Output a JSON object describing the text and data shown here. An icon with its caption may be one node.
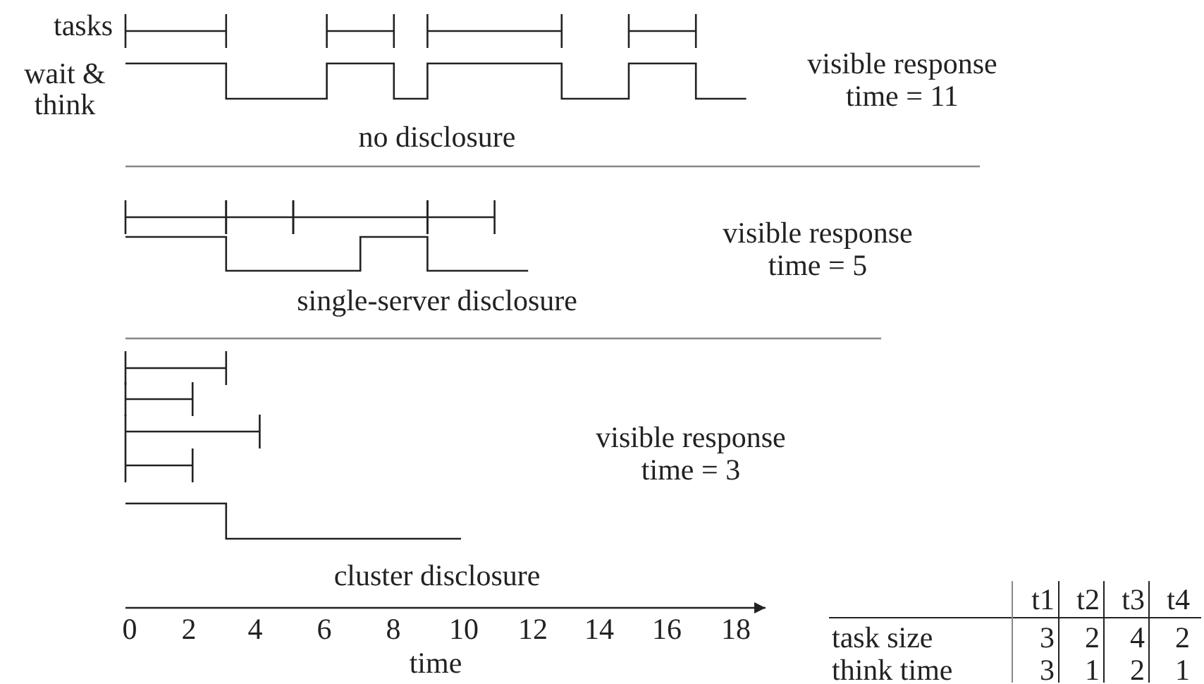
{
  "diagram": {
    "labels": [
      "tasks",
      "wait & think",
      "visible response time = 11",
      "no disclosure",
      "visible response time = 5",
      "single-server disclosure",
      "visible response time = 3",
      "cluster disclosure",
      "0",
      "2",
      "4",
      "6",
      "8",
      "10",
      "12",
      "14",
      "16",
      "18",
      "time",
      "t1",
      "t2",
      "t3",
      "t4",
      "task size",
      "3",
      "2",
      "4",
      "2",
      "think time",
      "3",
      "1",
      "2",
      "1"
    ]
  }
}
